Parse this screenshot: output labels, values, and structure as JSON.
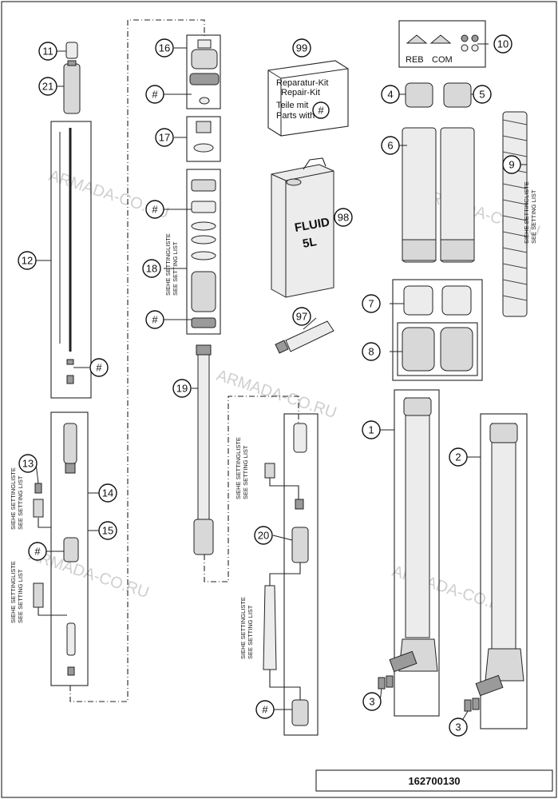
{
  "diagram": {
    "doc_number": "162700130",
    "watermark": "ARMADA-CO.RU",
    "hash_symbol": "#",
    "setting_list": {
      "de": "SIEHE SETTINGLISTE",
      "en": "SEE SETTING LIST"
    },
    "kit_label": {
      "line1": "Reparatur-Kit",
      "line2": "Repair-Kit",
      "line3": "Teile mit",
      "line4": "Parts with"
    },
    "fluid_label": {
      "line1": "FLUID",
      "line2": "5L"
    },
    "cap_labels": {
      "reb": "REB",
      "com": "COM"
    },
    "callouts": {
      "n1": "1",
      "n2": "2",
      "n3a": "3",
      "n3b": "3",
      "n4": "4",
      "n5": "5",
      "n6": "6",
      "n7": "7",
      "n8": "8",
      "n9": "9",
      "n10": "10",
      "n11": "11",
      "n12": "12",
      "n13": "13",
      "n14": "14",
      "n15": "15",
      "n16": "16",
      "n17": "17",
      "n18": "18",
      "n19": "19",
      "n20": "20",
      "n21": "21",
      "n97": "97",
      "n98": "98",
      "n99": "99"
    }
  }
}
